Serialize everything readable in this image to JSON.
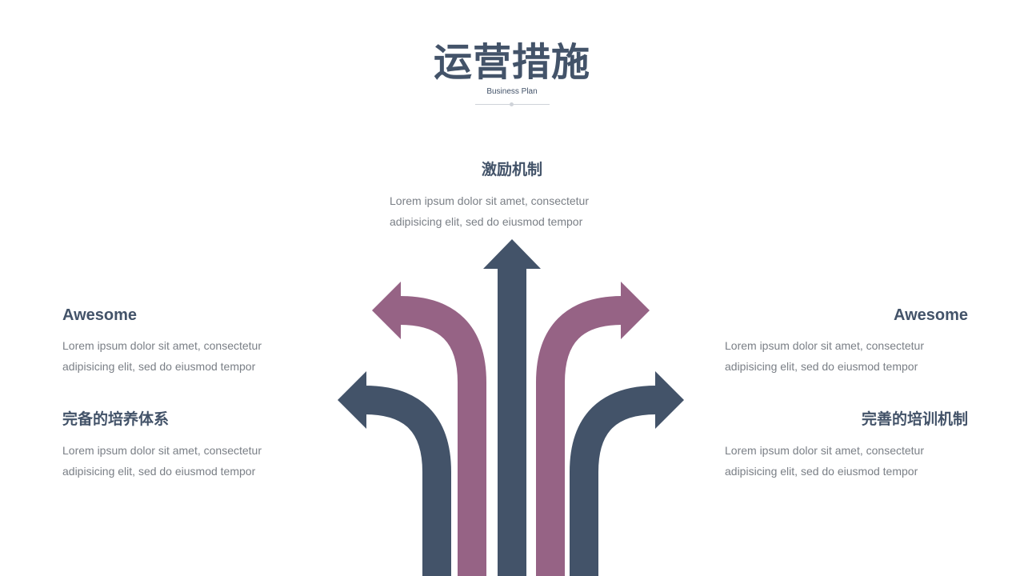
{
  "title": "运营措施",
  "subtitle": "Business Plan",
  "colors": {
    "dark": "#435369",
    "accent": "#966385",
    "text": "#7a7f86"
  },
  "top_block": {
    "heading": "激励机制",
    "text_lines": [
      "Lorem ipsum dolor sit amet, consectetur",
      "adipisicing elit, sed do eiusmod tempor"
    ]
  },
  "left_blocks": [
    {
      "heading": "Awesome",
      "text_lines": [
        "Lorem ipsum dolor sit amet, consectetur",
        "adipisicing elit, sed do eiusmod tempor"
      ]
    },
    {
      "heading": "完备的培养体系",
      "text_lines": [
        "Lorem ipsum dolor sit amet, consectetur",
        "adipisicing elit, sed do eiusmod tempor"
      ]
    }
  ],
  "right_blocks": [
    {
      "heading": "Awesome",
      "text_lines": [
        "Lorem ipsum dolor sit amet, consectetur",
        "adipisicing elit, sed do eiusmod tempor"
      ]
    },
    {
      "heading": "完善的培训机制",
      "text_lines": [
        "Lorem ipsum dolor sit amet, consectetur",
        "adipisicing elit, sed do eiusmod tempor"
      ]
    }
  ]
}
